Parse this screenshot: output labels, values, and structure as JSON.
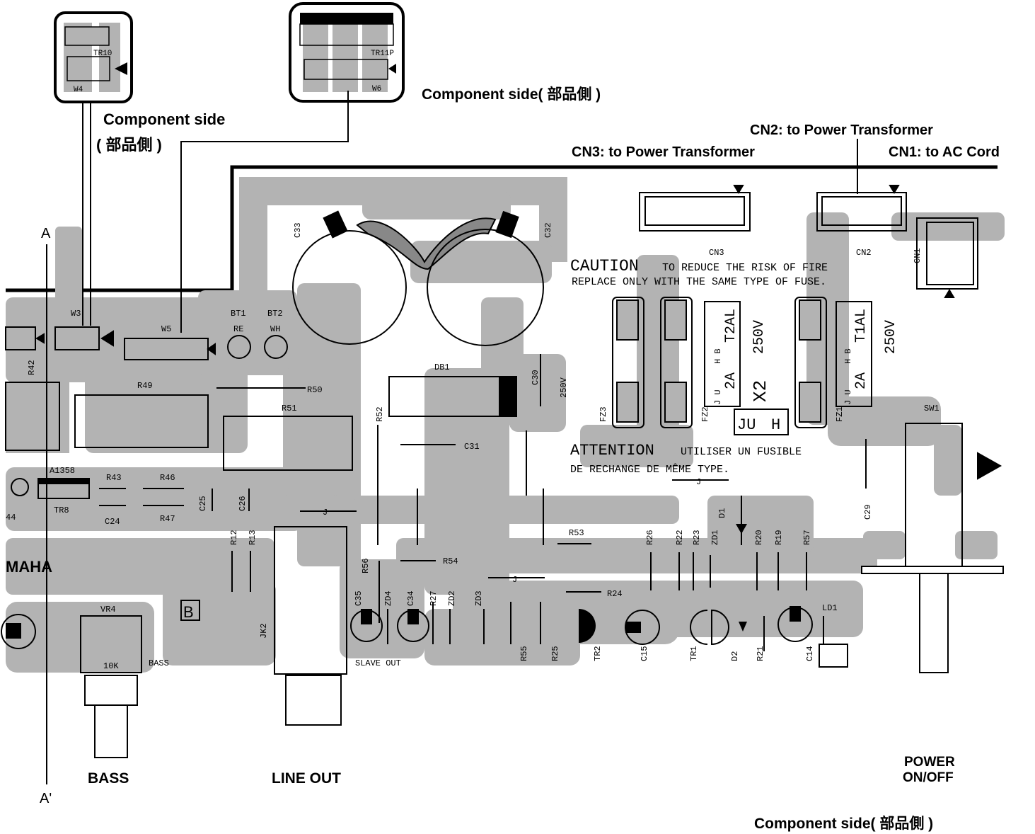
{
  "captions": {
    "component_side_top_right": "Component side( 部品側 )",
    "component_side_left_1": "Component side",
    "component_side_left_2": "( 部品側 )",
    "component_side_bottom": "Component side( 部品側 )",
    "cn2": "CN2: to Power Transformer",
    "cn3": "CN3: to Power Transformer",
    "cn1": "CN1: to AC Cord",
    "bass": "BASS",
    "line_out": "LINE OUT",
    "power_1": "POWER",
    "power_2": "ON/OFF",
    "section_a": "A",
    "section_a_prime": "A'"
  },
  "inserts": {
    "tr10": "TR10",
    "w4": "W4",
    "tr11": "TR11P",
    "w6": "W6"
  },
  "notices": {
    "caution_1": "CAUTION",
    "caution_2": "TO REDUCE THE RISK OF FIRE",
    "caution_3": "REPLACE ONLY WITH THE SAME TYPE OF FUSE.",
    "attention_1": "ATTENTION",
    "attention_2": "UTILISER UN FUSIBLE",
    "attention_3": "DE RECHANGE DE MÊME TYPE."
  },
  "fuse_labels": {
    "t2al": "T2AL",
    "v250_a": "250V",
    "h_b": "H B",
    "a2": "2A",
    "x2": "X2",
    "ju": "J U",
    "t1al": "T1AL",
    "v250_b": "250V",
    "jh_a": "JU",
    "jh_b": "H"
  },
  "parts": {
    "c33": "C33",
    "c32": "C32",
    "cn3": "CN3",
    "cn2": "CN2",
    "cn1": "CN1",
    "w3": "W3",
    "w5": "W5",
    "bt1": "BT1",
    "bt2": "BT2",
    "re": "RE",
    "wh": "WH",
    "r42": "R42",
    "r49": "R49",
    "r50": "R50",
    "r51": "R51",
    "db1": "DB1",
    "c30": "C30",
    "v250": "250V",
    "r52": "R52",
    "c31": "C31",
    "fz3": "FZ3",
    "fz2": "FZ2",
    "fz1": "FZ1",
    "sw1": "SW1",
    "a1358": "A1358",
    "r43": "R43",
    "r46": "R46",
    "tr8": "TR8",
    "c24": "C24",
    "r47": "R47",
    "c25": "C25",
    "c26": "C26",
    "r44": "44",
    "r12": "R12",
    "r13": "R13",
    "r53": "R53",
    "r26": "R26",
    "r22": "R22",
    "r23": "R23",
    "zd1": "ZD1",
    "r20": "R20",
    "r19": "R19",
    "r57": "R57",
    "d1": "D1",
    "c29": "C29",
    "r56": "R56",
    "r54": "R54",
    "r24": "R24",
    "yamaha": "MAHA",
    "vr4": "VR4",
    "b": "B",
    "k10": "10K",
    "bass": "BASS",
    "jk2": "JK2",
    "c35": "C35",
    "zd4": "ZD4",
    "c34": "C34",
    "r27": "R27",
    "zd2": "ZD2",
    "zd3": "ZD3",
    "slave_out": "SLAVE OUT",
    "r55": "R55",
    "r25": "R25",
    "tr2": "TR2",
    "c15": "C15",
    "tr1": "TR1",
    "d2": "D2",
    "r21": "R21",
    "c14": "C14",
    "ld1": "LD1",
    "j": "J"
  }
}
